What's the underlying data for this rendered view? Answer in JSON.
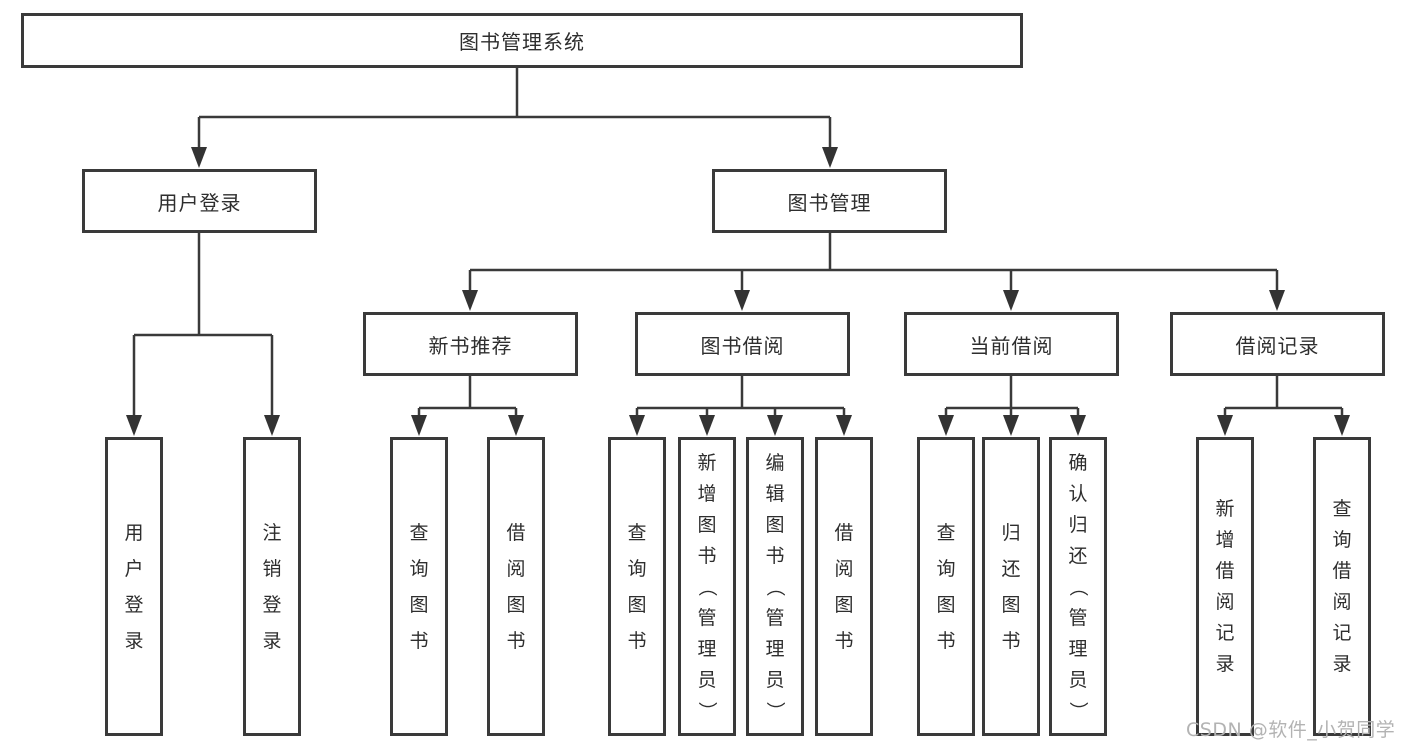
{
  "page": {
    "background": "#ffffff"
  },
  "colors": {
    "line": "#3a3a3a",
    "box_border": "#3a3a3a",
    "text": "#2e2e2e",
    "watermark": "#b3b3b3"
  },
  "tree": {
    "root": {
      "label": "图书管理系统"
    },
    "branches": [
      {
        "label": "用户登录",
        "children": [
          {
            "label": "用户登录"
          },
          {
            "label": "注销登录"
          }
        ]
      },
      {
        "label": "图书管理",
        "sections": [
          {
            "label": "新书推荐",
            "children": [
              {
                "label": "查询图书"
              },
              {
                "label": "借阅图书"
              }
            ]
          },
          {
            "label": "图书借阅",
            "children": [
              {
                "label": "查询图书"
              },
              {
                "label": "新增图书（管理员）"
              },
              {
                "label": "编辑图书（管理员）"
              },
              {
                "label": "借阅图书"
              }
            ]
          },
          {
            "label": "当前借阅",
            "children": [
              {
                "label": "查询图书"
              },
              {
                "label": "归还图书"
              },
              {
                "label": "确认归还（管理员）"
              }
            ]
          },
          {
            "label": "借阅记录",
            "children": [
              {
                "label": "新增借阅记录"
              },
              {
                "label": "查询借阅记录"
              }
            ]
          }
        ]
      }
    ]
  },
  "watermark": {
    "text": "CSDN @软件_小贺同学"
  }
}
